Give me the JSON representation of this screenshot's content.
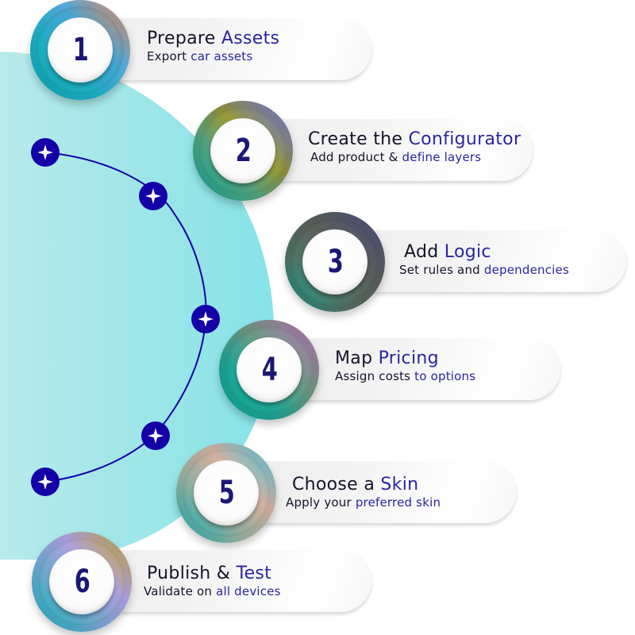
{
  "steps": [
    {
      "number": "1",
      "title": "Prepare",
      "title_highlight": "Assets",
      "subtitle": "Export",
      "subtitle_highlight": "car assets"
    },
    {
      "number": "2",
      "title": "Create the",
      "title_highlight": "Configurator",
      "subtitle": "Add product &",
      "subtitle_highlight": "define layers"
    },
    {
      "number": "3",
      "title": "Add",
      "title_highlight": "Logic",
      "subtitle": "Set rules and",
      "subtitle_highlight": "dependencies"
    },
    {
      "number": "4",
      "title": "Map",
      "title_highlight": "Pricing",
      "subtitle": "Assign costs",
      "subtitle_highlight": "to options"
    },
    {
      "number": "5",
      "title": "Choose a",
      "title_highlight": "Skin",
      "subtitle": "Apply your",
      "subtitle_highlight": "preferred skin"
    },
    {
      "number": "6",
      "title": "Publish &",
      "title_highlight": "Test",
      "subtitle": "Validate on",
      "subtitle_highlight": "all devices"
    }
  ],
  "timeline": {
    "node_count": 5,
    "node_icon": "sparkle-icon"
  },
  "colors": {
    "accent": "#2a26a0",
    "text": "#14142a",
    "number": "#1c1776",
    "node": "#1500a8",
    "background_teal": "#86e3e8"
  }
}
